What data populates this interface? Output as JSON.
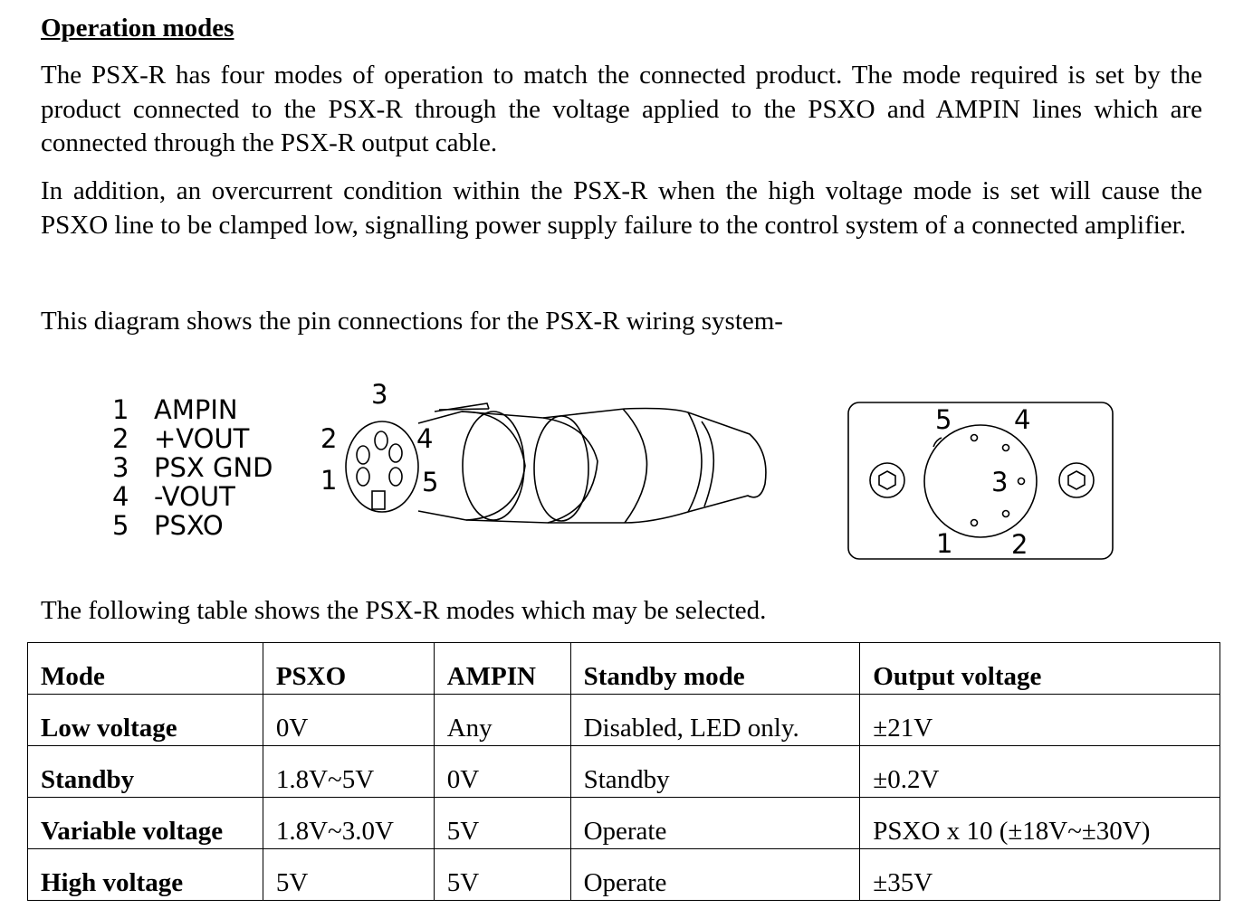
{
  "heading": "Operation modes",
  "paragraphs": [
    "The PSX-R has four modes of operation to match the connected product. The mode required is set by the product connected to the PSX-R through the voltage applied to the PSXO and AMPIN lines which are connected through the PSX-R output cable.",
    "In addition, an overcurrent condition within the PSX-R when the high voltage mode is set will cause the PSXO line to be clamped low, signalling power supply failure to the control system of a connected amplifier."
  ],
  "diagram_intro": "This diagram shows the pin connections for the PSX-R wiring system-",
  "diagram": {
    "pin_legend": [
      {
        "num": "1",
        "name": "AMPIN"
      },
      {
        "num": "2",
        "name": "+VOUT"
      },
      {
        "num": "3",
        "name": "PSX GND"
      },
      {
        "num": "4",
        "name": "-VOUT"
      },
      {
        "num": "5",
        "name": "PSXO"
      }
    ],
    "plug_pin_labels": {
      "p3": "3",
      "p2": "2",
      "p4": "4",
      "p1": "1",
      "p5": "5"
    },
    "socket_pin_labels": {
      "p5": "5",
      "p4": "4",
      "p3": "3",
      "p1": "1",
      "p2": "2"
    }
  },
  "table_intro": "The following table shows the PSX-R modes which may be selected.",
  "table": {
    "headers": [
      "Mode",
      "PSXO",
      "AMPIN",
      "Standby mode",
      "Output voltage"
    ],
    "rows": [
      [
        "Low voltage",
        "0V",
        "Any",
        "Disabled, LED only.",
        "±21V"
      ],
      [
        "Standby",
        "1.8V~5V",
        "0V",
        "Standby",
        "±0.2V"
      ],
      [
        "Variable voltage",
        "1.8V~3.0V",
        "5V",
        "Operate",
        "PSXO x 10 (±18V~±30V)"
      ],
      [
        "High voltage",
        "5V",
        "5V",
        "Operate",
        "±35V"
      ]
    ]
  }
}
